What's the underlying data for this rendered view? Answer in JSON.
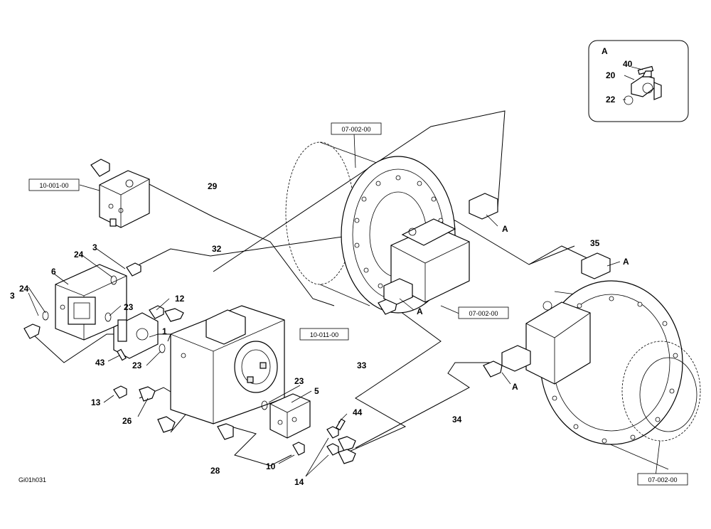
{
  "labels": {
    "l1": "1",
    "l3a": "3",
    "l3b": "3",
    "l5": "5",
    "l6": "6",
    "l10": "10",
    "l12": "12",
    "l13": "13",
    "l14": "14",
    "l20": "20",
    "l22": "22",
    "l23a": "23",
    "l23b": "23",
    "l23c": "23",
    "l24a": "24",
    "l24b": "24",
    "l26": "26",
    "l28": "28",
    "l29": "29",
    "l32": "32",
    "l33": "33",
    "l34": "34",
    "l35": "35",
    "l40": "40",
    "l43": "43",
    "l44": "44",
    "a1": "A",
    "a2": "A",
    "a3": "A",
    "a4": "A",
    "adetail": "A"
  },
  "refs": {
    "r1": "07-002-00",
    "r2": "10-001-00",
    "r3": "07-002-00",
    "r4": "10-011-00",
    "r5": "07-002-00"
  },
  "drawing_code": "Gi01h031"
}
